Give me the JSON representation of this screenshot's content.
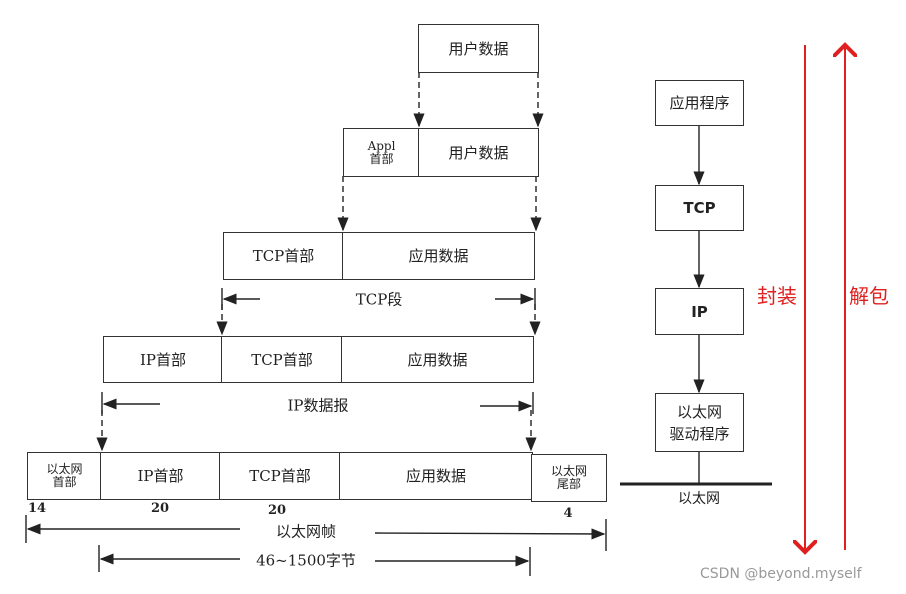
{
  "left": {
    "row1": [
      "用户数据"
    ],
    "row2": [
      "Appl",
      "首部",
      "用户数据"
    ],
    "row3": [
      "TCP首部",
      "应用数据"
    ],
    "tcp_segment": "TCP段",
    "row4": [
      "IP首部",
      "TCP首部",
      "应用数据"
    ],
    "ip_datagram": "IP数据报",
    "row5": [
      "以太网",
      "首部",
      "IP首部",
      "TCP首部",
      "应用数据",
      "以太网",
      "尾部"
    ],
    "sizes": [
      "14",
      "20",
      "20",
      "4"
    ],
    "ethernet_frame": "以太网帧",
    "payload_range": "46~1500字节"
  },
  "right": {
    "layers": [
      "应用程序",
      "TCP",
      "IP",
      "以太网",
      "驱动程序"
    ],
    "medium": "以太网"
  },
  "annotations": {
    "encapsulate": "封装",
    "decapsulate": "解包",
    "color": "#e02020"
  },
  "watermark": "CSDN @beyond.myself"
}
